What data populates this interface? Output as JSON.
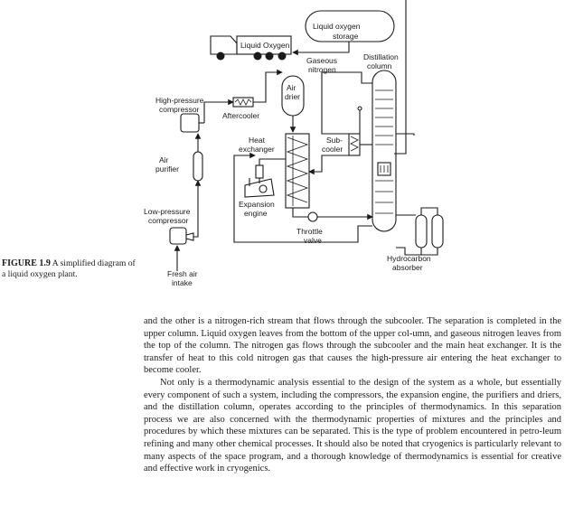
{
  "figure": {
    "labels": {
      "liquid_oxygen_storage_1": "Liquid oxygen",
      "liquid_oxygen_storage_2": "storage",
      "truck": "Liquid Oxygen",
      "gaseous_nitrogen_1": "Gaseous",
      "gaseous_nitrogen_2": "nitrogen",
      "distillation_1": "Distillation",
      "distillation_2": "column",
      "hp_compressor_1": "High-pressure",
      "hp_compressor_2": "compressor",
      "aftercooler": "Aftercooler",
      "air_drier_1": "Air",
      "air_drier_2": "drier",
      "heat_exchanger_1": "Heat",
      "heat_exchanger_2": "exchanger",
      "subcooler_1": "Sub-",
      "subcooler_2": "cooler",
      "air_purifier_1": "Air",
      "air_purifier_2": "purifier",
      "expansion_engine_1": "Expansion",
      "expansion_engine_2": "engine",
      "lp_compressor_1": "Low-pressure",
      "lp_compressor_2": "compressor",
      "throttle_valve_1": "Throttle",
      "throttle_valve_2": "valve",
      "hydrocarbon_1": "Hydrocarbon",
      "hydrocarbon_2": "absorber",
      "fresh_air_1": "Fresh air",
      "fresh_air_2": "intake"
    },
    "caption": {
      "number": "FIGURE 1.9",
      "text": "A simplified diagram of a liquid oxygen plant."
    }
  },
  "body": {
    "p1": "and the other is a nitrogen-rich stream that flows through the subcooler. The separation is completed in the upper column. Liquid oxygen leaves from the bottom of the upper col-umn, and gaseous nitrogen leaves from the top of the column. The nitrogen gas flows through the subcooler and the main heat exchanger. It is the transfer of heat to this cold nitrogen gas that causes the high-pressure air entering the heat exchanger to become cooler.",
    "p2": "Not only is a thermodynamic analysis essential to the design of the system as a whole, but essentially every component of such a system, including the compressors, the expansion engine, the purifiers and driers, and the distillation column, operates according to the principles of thermodynamics. In this separation process we are also concerned with the thermodynamic properties of mixtures and the principles and procedures by which these mixtures can be separated. This is the type of problem encountered in petro-leum refining and many other chemical processes. It should also be noted that cryogenics is particularly relevant to many aspects of the space program, and a thorough knowledge of thermodynamics is essential for creative and effective work in cryogenics."
  }
}
